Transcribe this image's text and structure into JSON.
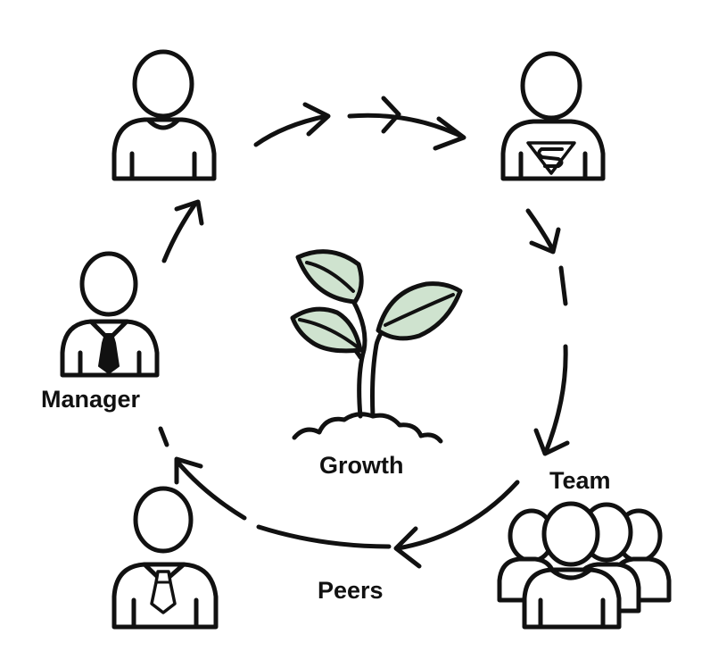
{
  "labels": {
    "manager": "Manager",
    "growth": "Growth",
    "team": "Team",
    "peers": "Peers"
  },
  "colors": {
    "ink": "#111111",
    "leaf": "#cfe3cf",
    "background": "#ffffff"
  },
  "icons": {
    "top_left": "person-icon",
    "top_right": "superhero-person-icon",
    "left": "manager-with-tie-icon",
    "bottom_left": "peer-with-tie-icon",
    "bottom_right": "team-group-icon",
    "center": "sprout-icon"
  }
}
